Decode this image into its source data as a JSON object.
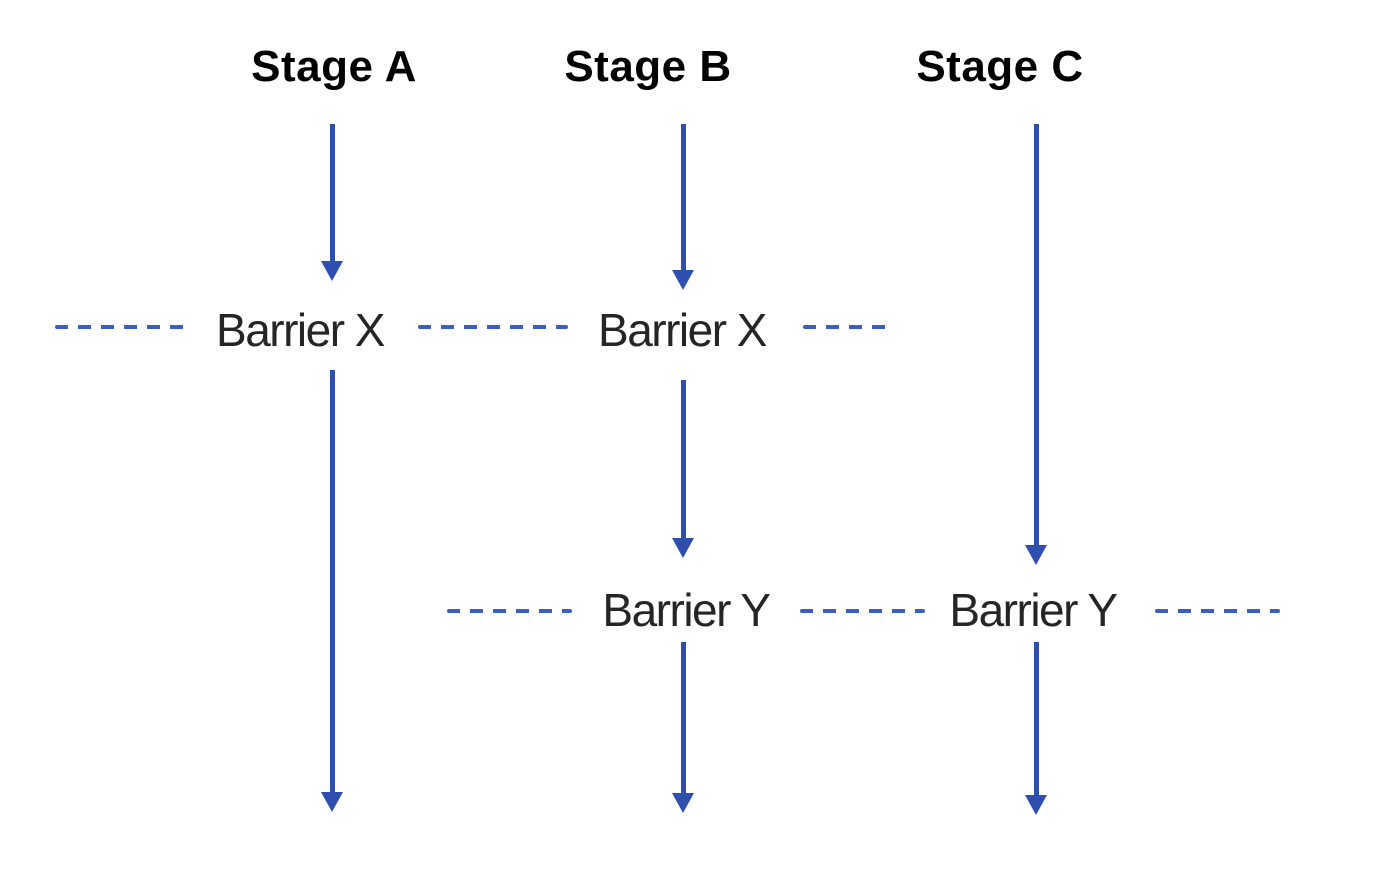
{
  "diagram": {
    "stages": [
      {
        "label": "Stage A"
      },
      {
        "label": "Stage B"
      },
      {
        "label": "Stage C"
      }
    ],
    "barriers": {
      "x": {
        "label": "Barrier X"
      },
      "y": {
        "label": "Barrier Y"
      }
    },
    "colors": {
      "arrow": "#2e4fae",
      "dash": "#3a5ec5",
      "stage_text": "#000000",
      "barrier_text": "#252525",
      "background": "#ffffff"
    }
  }
}
